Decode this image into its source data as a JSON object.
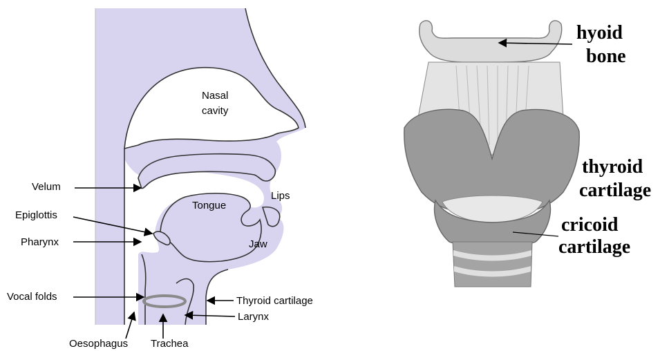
{
  "left_diagram": {
    "labels": {
      "nasal": "Nasal",
      "cavity": "cavity",
      "velum": "Velum",
      "epiglottis": "Epiglottis",
      "pharynx": "Pharynx",
      "tongue": "Tongue",
      "lips": "Lips",
      "jaw": "Jaw",
      "vocal_folds": "Vocal folds",
      "thyroid_cartilage": "Thyroid cartilage",
      "larynx": "Larynx",
      "oesophagus": "Oesophagus",
      "trachea": "Trachea"
    },
    "colors": {
      "tissue": "#d8d4f0",
      "outline": "#3a3a3a",
      "vocal_folds": "#8a8a8a"
    }
  },
  "right_diagram": {
    "labels": {
      "hyoid": "hyoid",
      "bone": "bone",
      "thyroid": "thyroid",
      "cartilage_1": "cartilage",
      "cricoid": "cricoid",
      "cartilage_2": "cartilage"
    },
    "colors": {
      "cartilage": "#9a9a9a",
      "membrane": "#e4e4e4",
      "bone": "#dcdcdc"
    }
  }
}
